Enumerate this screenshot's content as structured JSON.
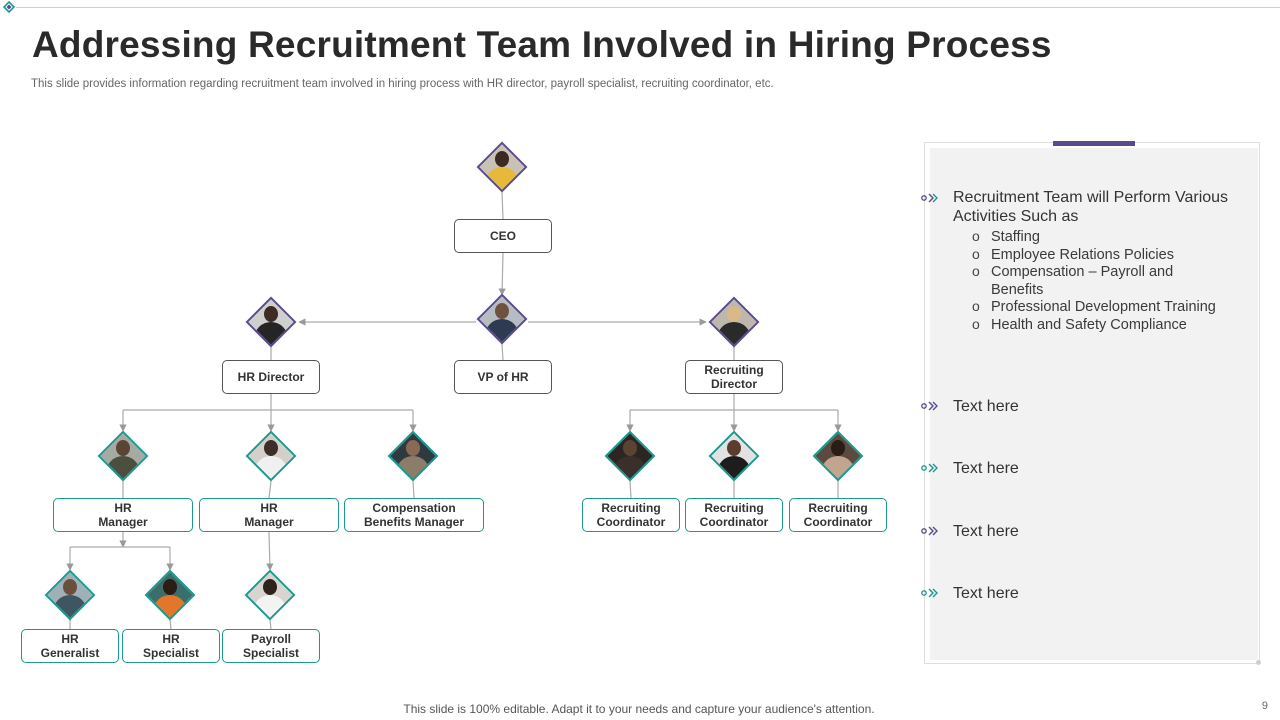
{
  "slide": {
    "title": "Addressing Recruitment Team Involved in Hiring Process",
    "subtitle": "This slide provides information regarding recruitment team involved in hiring process with HR director, payroll specialist, recruiting coordinator, etc.",
    "footer": "This slide is 100% editable. Adapt it to your needs and capture your audience's attention.",
    "page_number": "9"
  },
  "colors": {
    "accent_purple": "#5a4a8c",
    "accent_teal": "#1a9a8f",
    "panel_bg": "#f2f2f2",
    "connector": "#aaaaaa"
  },
  "org_chart": {
    "nodes": [
      {
        "id": "ceo",
        "label": "CEO",
        "avatar": "woman-yellow-avatar"
      },
      {
        "id": "vp_hr",
        "label": "VP of HR",
        "avatar": "man-blazer-avatar"
      },
      {
        "id": "hr_director",
        "label": "HR Director",
        "avatar": "man-suit-avatar"
      },
      {
        "id": "recruiting_director",
        "label": "Recruiting\nDirector",
        "avatar": "woman-blonde-avatar"
      },
      {
        "id": "hr_manager_1",
        "label": "HR\nManager",
        "avatar": "man-tie-avatar"
      },
      {
        "id": "hr_manager_2",
        "label": "HR\nManager",
        "avatar": "woman-office-avatar"
      },
      {
        "id": "comp_benefits_manager",
        "label": "Compensation\nBenefits Manager",
        "avatar": "man-beard-avatar"
      },
      {
        "id": "recruiting_coordinator_1",
        "label": "Recruiting\nCoordinator",
        "avatar": "woman-dark-avatar"
      },
      {
        "id": "recruiting_coordinator_2",
        "label": "Recruiting\nCoordinator",
        "avatar": "man-black-suit-avatar"
      },
      {
        "id": "recruiting_coordinator_3",
        "label": "Recruiting\nCoordinator",
        "avatar": "woman-curly-avatar"
      },
      {
        "id": "hr_generalist",
        "label": "HR\nGeneralist",
        "avatar": "man-glasses-avatar"
      },
      {
        "id": "hr_specialist",
        "label": "HR\nSpecialist",
        "avatar": "woman-orange-avatar"
      },
      {
        "id": "payroll_specialist",
        "label": "Payroll\nSpecialist",
        "avatar": "woman-laptop-avatar"
      }
    ],
    "edges": [
      [
        "ceo",
        "vp_hr"
      ],
      [
        "vp_hr",
        "hr_director"
      ],
      [
        "vp_hr",
        "recruiting_director"
      ],
      [
        "hr_director",
        "hr_manager_1"
      ],
      [
        "hr_director",
        "hr_manager_2"
      ],
      [
        "hr_director",
        "comp_benefits_manager"
      ],
      [
        "recruiting_director",
        "recruiting_coordinator_1"
      ],
      [
        "recruiting_director",
        "recruiting_coordinator_2"
      ],
      [
        "recruiting_director",
        "recruiting_coordinator_3"
      ],
      [
        "hr_manager_1",
        "hr_generalist"
      ],
      [
        "hr_manager_1",
        "hr_specialist"
      ],
      [
        "hr_manager_2",
        "payroll_specialist"
      ]
    ]
  },
  "side_panel": {
    "main_bullet": "Recruitment Team will Perform Various Activities Such as",
    "activities": [
      "Staffing",
      "Employee Relations Policies",
      "Compensation – Payroll and Benefits",
      "Professional Development Training",
      "Health and Safety Compliance"
    ],
    "text_bullets": [
      "Text here",
      "Text here",
      "Text here",
      "Text here"
    ],
    "bullet_icon": "double-chevron-icon"
  }
}
